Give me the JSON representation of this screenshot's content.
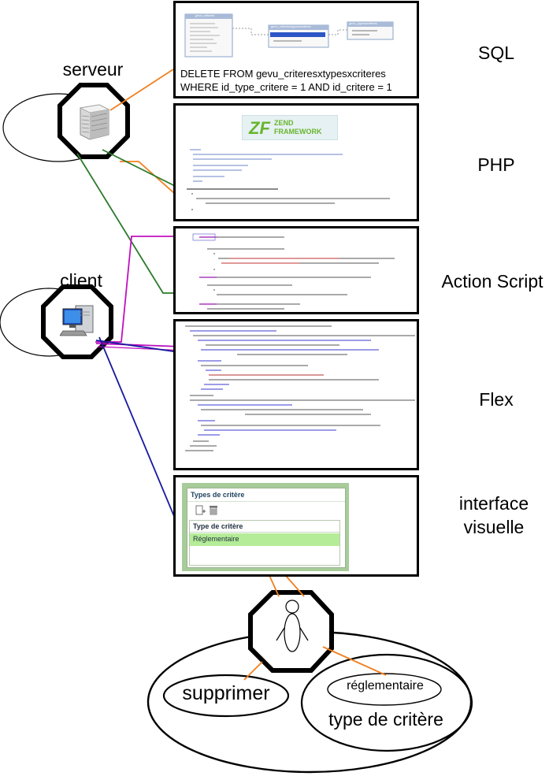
{
  "layers": {
    "sql": "SQL",
    "php": "PHP",
    "actionscript": "Action Script",
    "flex": "Flex",
    "interface_line1": "interface",
    "interface_line2": "visuelle"
  },
  "actors": {
    "server": "serveur",
    "client": "client"
  },
  "sql_panel": {
    "table_left": "gevu_criteres",
    "table_mid": "gevu_criteresxtypesxcriteres",
    "table_right": "gevu_typesxcriteres",
    "line1": "DELETE FROM gevu_criteresxtypesxcriteres",
    "line2": "WHERE id_type_critere = 1 AND id_critere = 1"
  },
  "php_panel": {
    "logo_zend": "ZEND",
    "logo_framework": "FRAMEWORK"
  },
  "interface_panel": {
    "window_title": "Types de critère",
    "column_header": "Type de critère",
    "selected_row": "Réglementaire"
  },
  "use_case": {
    "action": "supprimer",
    "value": "réglementaire",
    "entity": "type de critère"
  },
  "colors": {
    "orange": "#f08020",
    "green": "#2a7a2a",
    "magenta": "#c010c0",
    "blue": "#1818a0",
    "selected_row": "#b5ec98",
    "panel_frame": "#a7cc9a"
  }
}
